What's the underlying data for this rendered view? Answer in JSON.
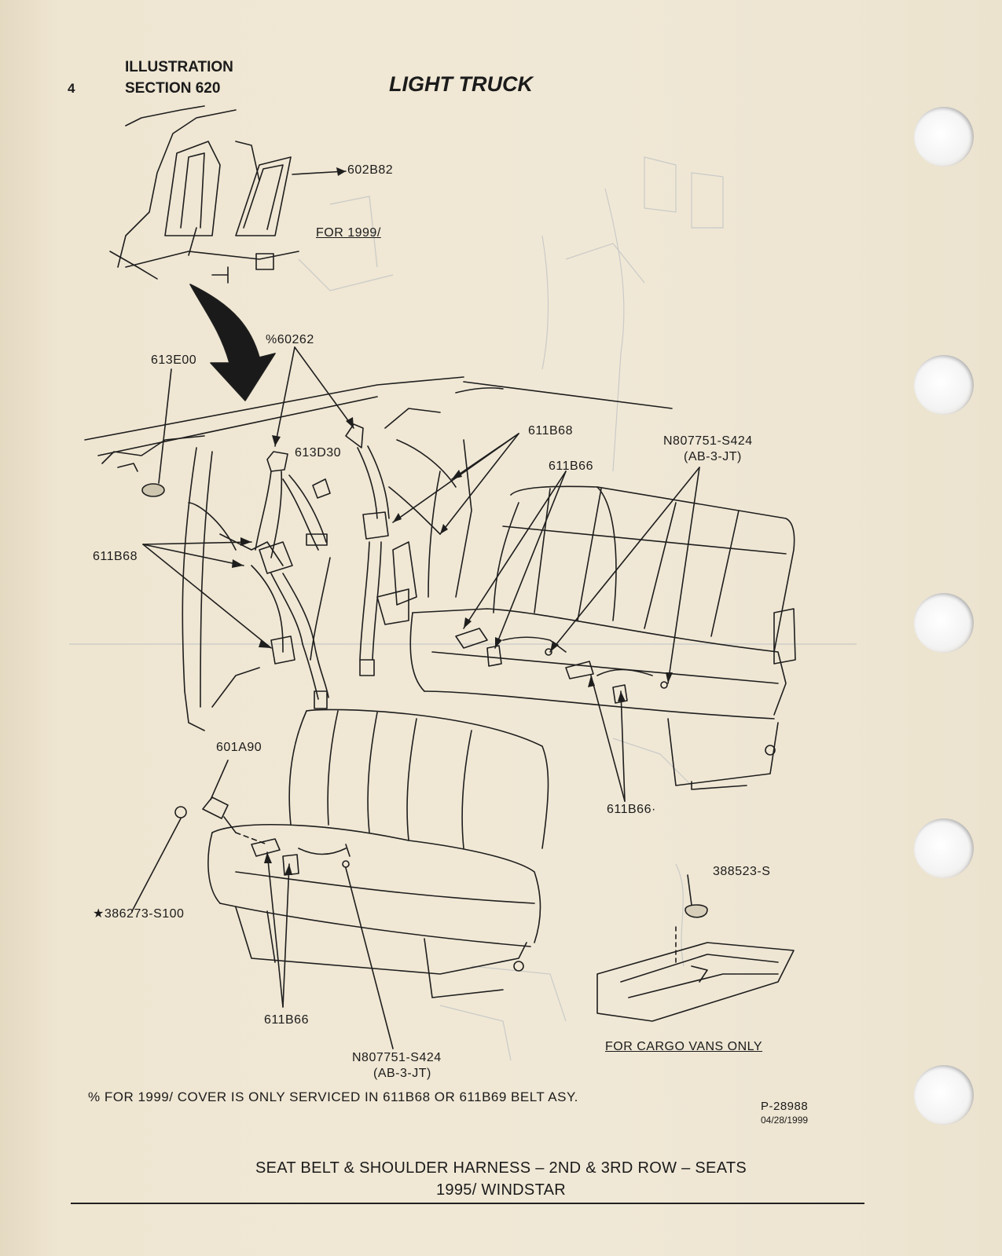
{
  "header": {
    "page_number": "4",
    "illustration": "ILLUSTRATION",
    "section": "SECTION 620",
    "title": "LIGHT TRUCK"
  },
  "callouts": {
    "c602B82": "602B82",
    "for1999": "FOR 1999/",
    "c60262": "%60262",
    "c613E00": "613E00",
    "c611B68_top": "611B68",
    "c611B66_top": "611B66",
    "n807751_a": "N807751-S424",
    "ab3jt_a": "(AB-3-JT)",
    "c613D30": "613D30",
    "c611B68_left": "611B68",
    "c601A90": "601A90",
    "c611B66_right": "611B66·",
    "c386273": "★386273-S100",
    "c388523": "388523-S",
    "c611B66_bottom": "611B66",
    "n807751_b": "N807751-S424",
    "ab3jt_b": "(AB-3-JT)",
    "cargo": "FOR CARGO VANS ONLY"
  },
  "footnote": "%  FOR 1999/ COVER IS ONLY SERVICED IN 611B68 OR 611B69 BELT ASY.",
  "ref": {
    "number": "P-28988",
    "date": "04/28/1999"
  },
  "caption": {
    "line1": "SEAT BELT & SHOULDER HARNESS – 2ND & 3RD ROW – SEATS",
    "line2": "1995/ WINDSTAR"
  }
}
